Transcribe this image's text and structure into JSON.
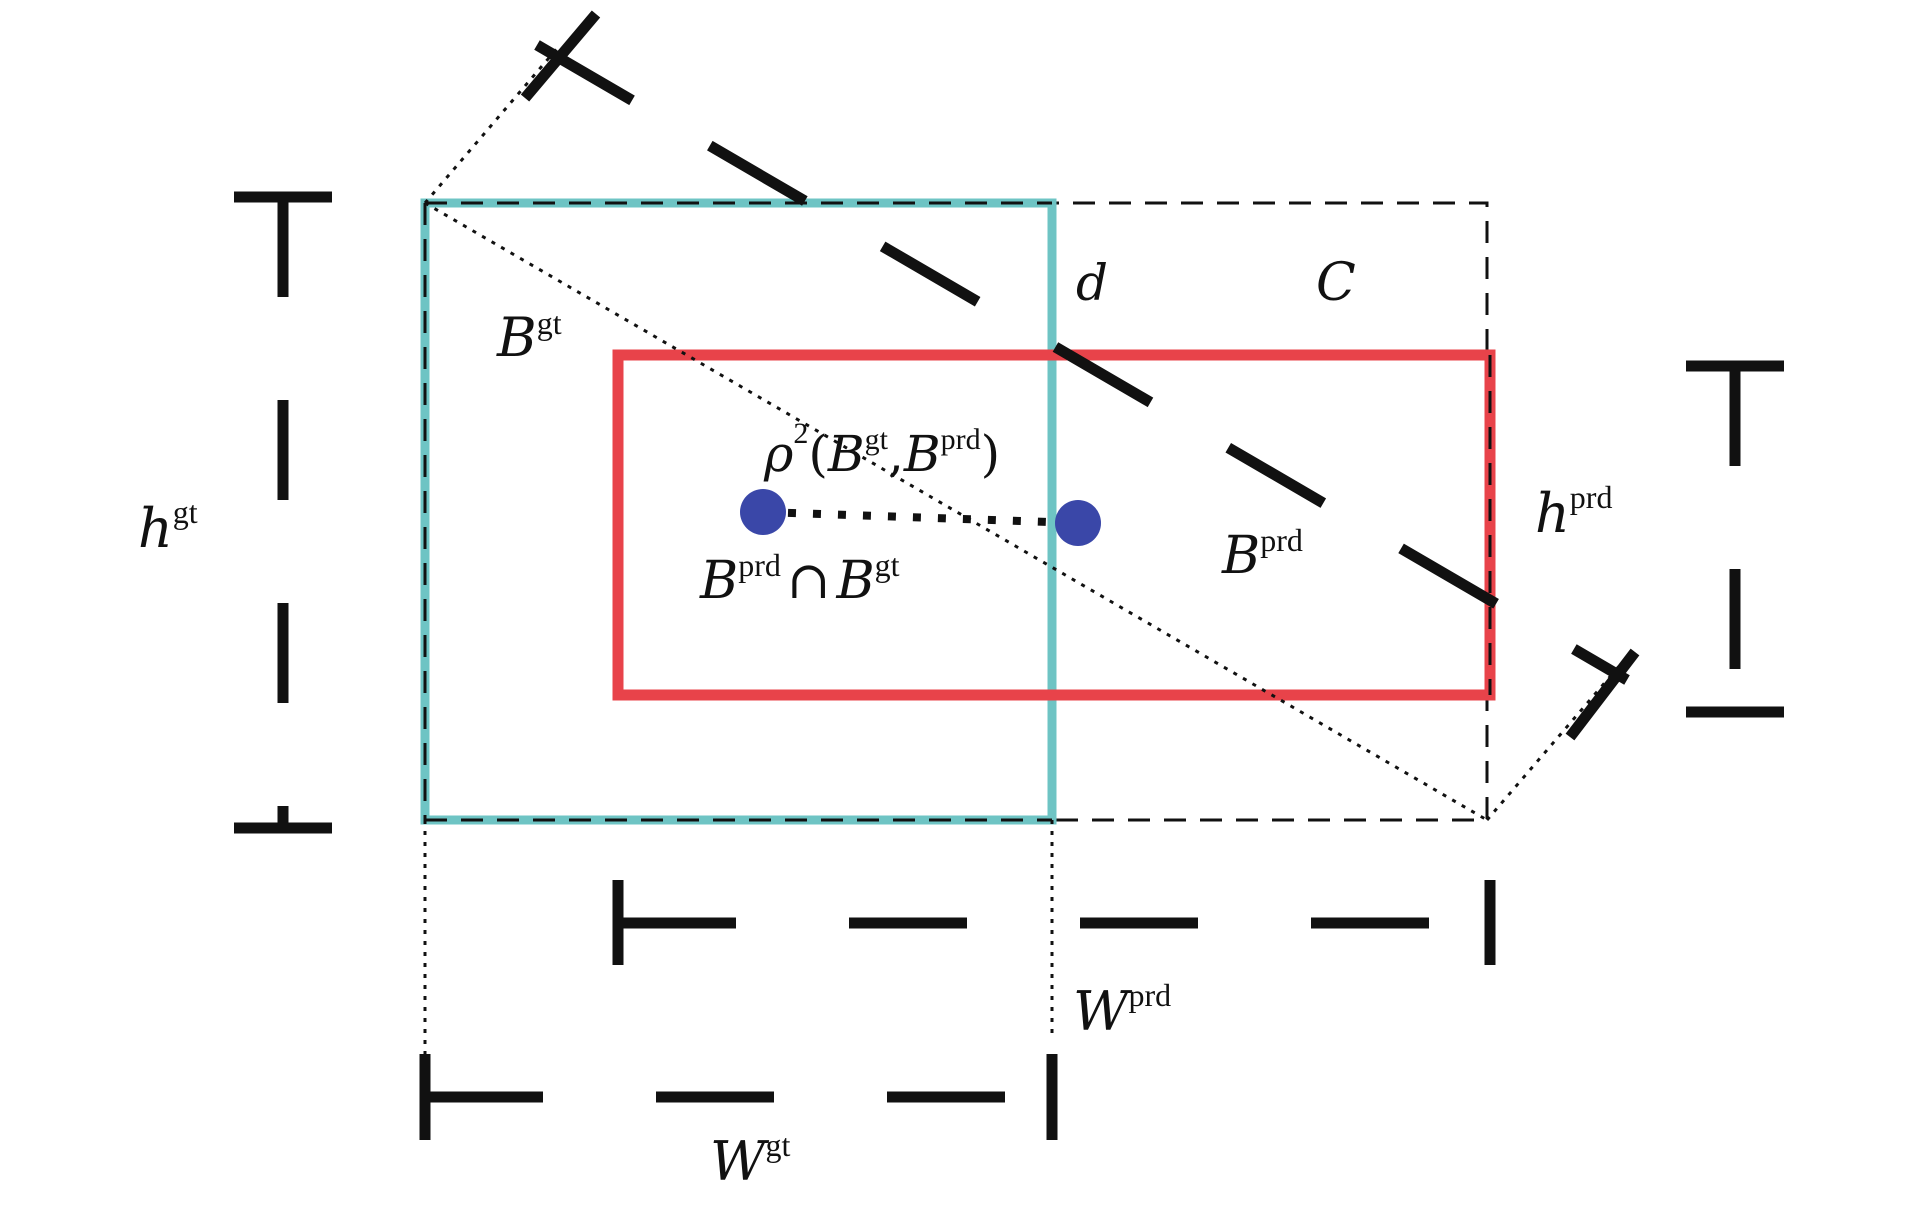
{
  "labels": {
    "b_gt": {
      "base": "B",
      "sup": "gt"
    },
    "b_prd": {
      "base": "B",
      "sup": "prd"
    },
    "d": "d",
    "c": "C",
    "rho": {
      "symbol": "ρ",
      "power": "2",
      "open": "(",
      "a_base": "B",
      "a_sup": "gt",
      "comma": ",",
      "b_base": "B",
      "b_sup": "prd",
      "close": ")"
    },
    "intersection": {
      "a_base": "B",
      "a_sup": "prd",
      "op": "∩",
      "b_base": "B",
      "b_sup": "gt"
    },
    "h_gt": {
      "base": "h",
      "sup": "gt"
    },
    "h_prd": {
      "base": "h",
      "sup": "prd"
    },
    "w_gt": {
      "base": "W",
      "sup": "gt"
    },
    "w_prd": {
      "base": "W",
      "sup": "prd"
    }
  },
  "colors": {
    "ground_truth_box": "#6ec4c4",
    "predicted_box": "#e8434a",
    "center_point": "#3a47a8",
    "dimension_line": "#111111",
    "enclosing_box": "#111111"
  }
}
